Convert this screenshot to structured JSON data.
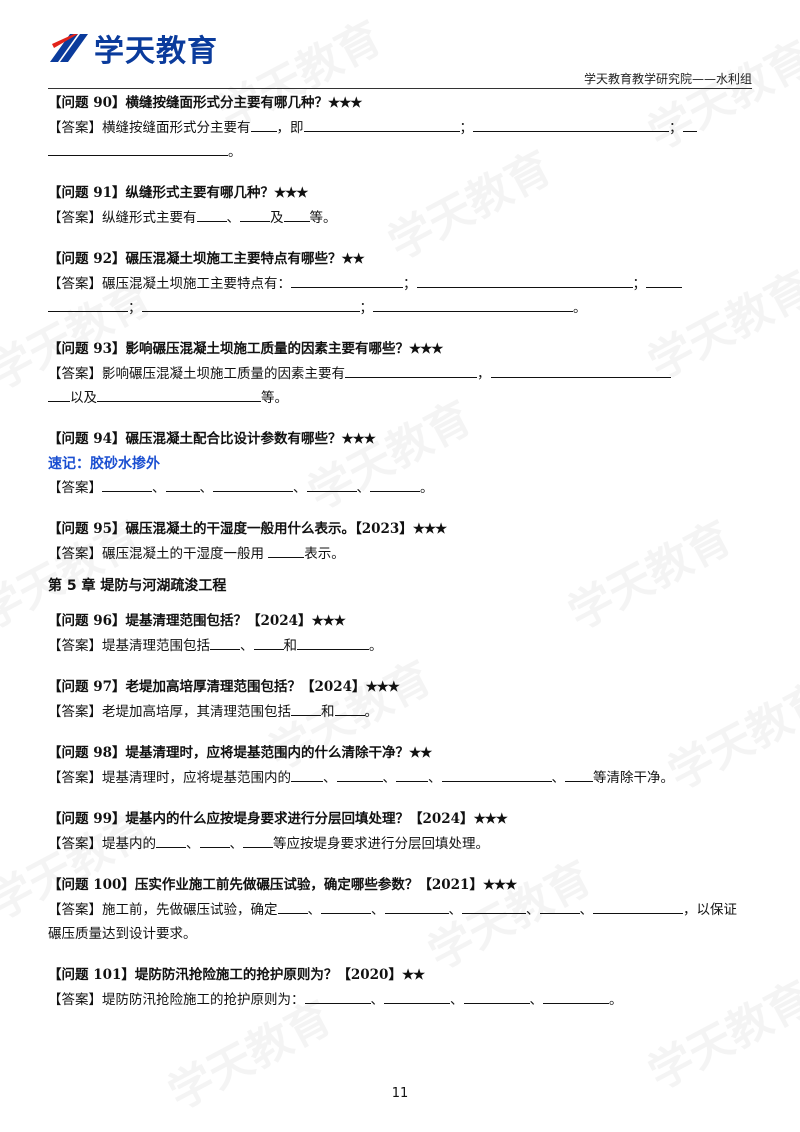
{
  "header": {
    "logo_text": "学天教育",
    "org_text": "学天教育教学研究院——水利组"
  },
  "watermark_text": "学天教育",
  "questions": [
    {
      "q": "【问题 90】横缝按缝面形式分主要有哪几种？",
      "stars": "★★★",
      "a1": "【答案】横缝按缝面形式分主要有",
      "a2": "，即",
      "a3": "；",
      "a4": "；",
      "a5": "。"
    },
    {
      "q": "【问题 91】纵缝形式主要有哪几种？",
      "stars": "★★★",
      "a1": "【答案】纵缝形式主要有",
      "a2": "、",
      "a3": "及",
      "a4": "等。"
    },
    {
      "q": "【问题 92】碾压混凝土坝施工主要特点有哪些？",
      "stars": "★★",
      "a1": "【答案】碾压混凝土坝施工主要特点有：",
      "a2": "；",
      "a3": "；",
      "a4": "；",
      "a5": "；",
      "a6": "。"
    },
    {
      "q": "【问题 93】影响碾压混凝土坝施工质量的因素主要有哪些？",
      "stars": "★★★",
      "a1": "【答案】影响碾压混凝土坝施工质量的因素主要有",
      "a2": "，",
      "a3": "以及",
      "a4": "等。"
    },
    {
      "q": "【问题 94】碾压混凝土配合比设计参数有哪些？",
      "stars": "★★★",
      "note": "速记：胶砂水掺外",
      "a1": "【答案】",
      "sep": "、",
      "end": "。"
    },
    {
      "q": "【问题 95】碾压混凝土的干湿度一般用什么表示。【2023】",
      "stars": "★★★",
      "a1": "【答案】碾压混凝土的干湿度一般用 ",
      "a2": "表示。"
    }
  ],
  "chapter": "第 5 章  堤防与河湖疏浚工程",
  "questions2": [
    {
      "q": "【问题 96】堤基清理范围包括？【2024】",
      "stars": "★★★",
      "a1": "【答案】堤基清理范围包括",
      "a2": "、",
      "a3": "和",
      "a4": "。"
    },
    {
      "q": "【问题 97】老堤加高培厚清理范围包括？【2024】",
      "stars": "★★★",
      "a1": "【答案】老堤加高培厚，其清理范围包括",
      "a2": "和",
      "a3": "。"
    },
    {
      "q": "【问题 98】堤基清理时，应将堤基范围内的什么清除干净？",
      "stars": "★★",
      "a1": "【答案】堤基清理时，应将堤基范围内的",
      "sep": "、",
      "a2": "等清除干净。"
    },
    {
      "q": "【问题 99】堤基内的什么应按堤身要求进行分层回填处理？【2024】",
      "stars": "★★★",
      "a1": "【答案】堤基内的",
      "sep": "、",
      "a2": "等应按堤身要求进行分层回填处理。"
    },
    {
      "q": "【问题 100】压实作业施工前先做碾压试验，确定哪些参数？【2021】",
      "stars": "★★★",
      "a1": "【答案】施工前，先做碾压试验，确定",
      "sep": "、",
      "a2": "，以保证",
      "a3": "碾压质量达到设计要求。"
    },
    {
      "q": "【问题 101】堤防防汛抢险施工的抢护原则为？【2020】",
      "stars": "★★",
      "a1": "【答案】堤防防汛抢险施工的抢护原则为：",
      "sep": "、",
      "end": "。"
    }
  ],
  "page_number": "11"
}
